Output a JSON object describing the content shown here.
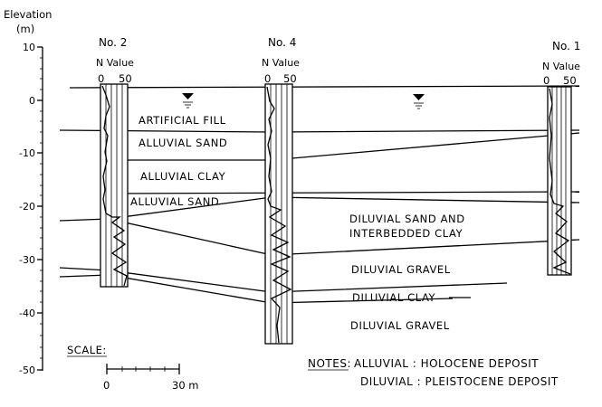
{
  "axis": {
    "title_line1": "Elevation",
    "title_line2": "(m)",
    "ticks": [
      "10",
      "0",
      "-10",
      "-20",
      "-30",
      "-40",
      "-50"
    ]
  },
  "boreholes": [
    {
      "name": "No. 2",
      "n_value_label": "N Value",
      "scale_min": "0",
      "scale_max": "50"
    },
    {
      "name": "No. 4",
      "n_value_label": "N Value",
      "scale_min": "0",
      "scale_max": "50"
    },
    {
      "name": "No. 1",
      "n_value_label": "N Value",
      "scale_min": "0",
      "scale_max": "50"
    }
  ],
  "layers": {
    "artificial_fill": "ARTIFICIAL FILL",
    "alluvial_sand_upper": "ALLUVIAL SAND",
    "alluvial_clay": "ALLUVIAL CLAY",
    "alluvial_sand_lower": "ALLUVIAL SAND",
    "diluvial_sand_line1": "DILUVIAL SAND AND",
    "diluvial_sand_line2": "INTERBEDDED CLAY",
    "diluvial_gravel_upper": "DILUVIAL GRAVEL",
    "diluvial_clay": "DILUVIAL CLAY",
    "diluvial_gravel_lower": "DILUVIAL GRAVEL"
  },
  "scale": {
    "label": "SCALE:",
    "min": "0",
    "max": "30 m"
  },
  "notes": {
    "heading": "NOTES:",
    "line1": "ALLUVIAL : HOLOCENE DEPOSIT",
    "line2": "DILUVIAL : PLEISTOCENE DEPOSIT"
  }
}
